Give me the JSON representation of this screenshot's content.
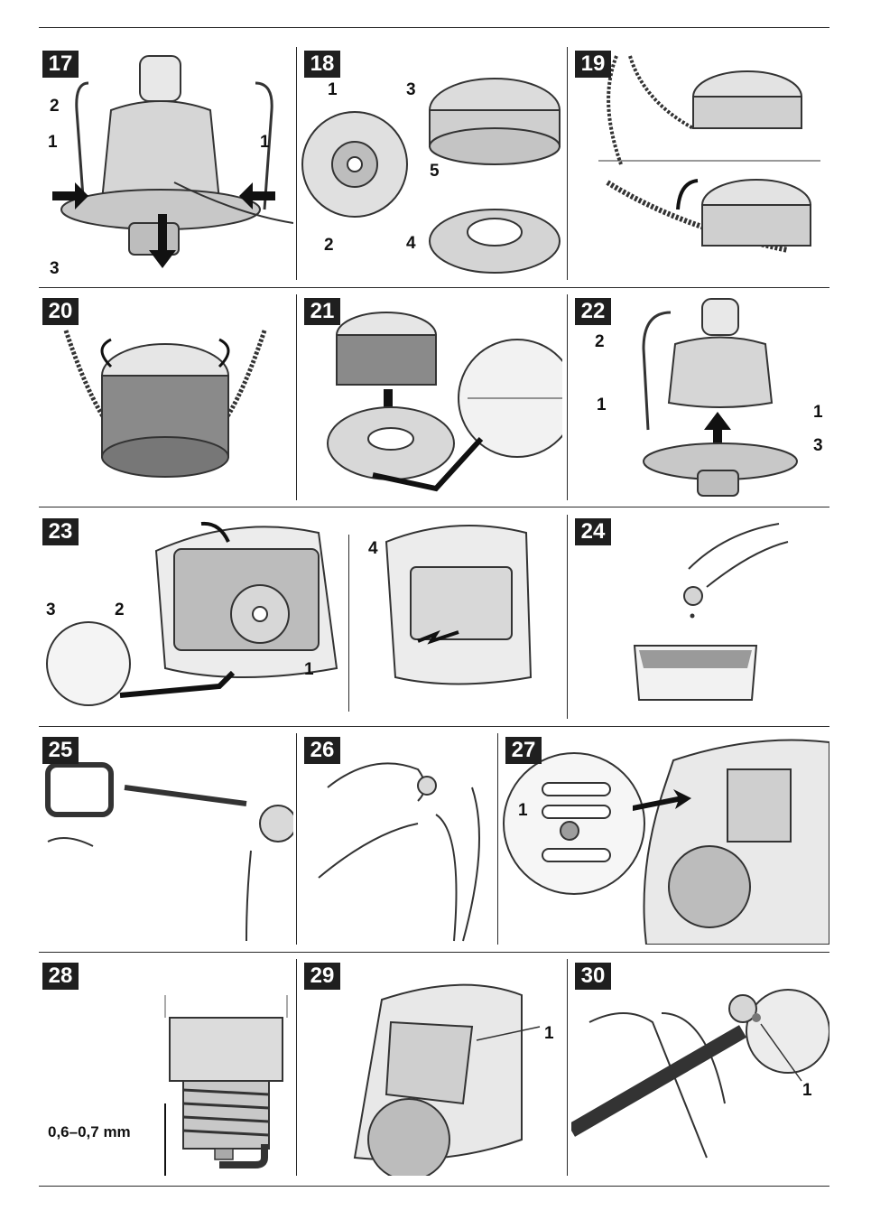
{
  "panels": [
    {
      "id": "17",
      "callouts": {
        "a": "1",
        "b": "1",
        "c": "2",
        "d": "3"
      }
    },
    {
      "id": "18",
      "callouts": {
        "a": "1",
        "b": "2",
        "c": "3",
        "d": "4",
        "e": "5"
      }
    },
    {
      "id": "19"
    },
    {
      "id": "20"
    },
    {
      "id": "21"
    },
    {
      "id": "22",
      "callouts": {
        "a": "1",
        "b": "1",
        "c": "2",
        "d": "3"
      }
    },
    {
      "id": "23",
      "callouts": {
        "a": "1",
        "b": "2",
        "c": "3",
        "d": "4"
      }
    },
    {
      "id": "24"
    },
    {
      "id": "25"
    },
    {
      "id": "26"
    },
    {
      "id": "27",
      "callouts": {
        "a": "1"
      }
    },
    {
      "id": "28",
      "dimension": "0,6–0,7 mm"
    },
    {
      "id": "29",
      "callouts": {
        "a": "1"
      }
    },
    {
      "id": "30",
      "callouts": {
        "a": "1"
      }
    }
  ],
  "icons": [
    "arrow-icon",
    "spool-icon",
    "engine-icon",
    "spark-plug-icon",
    "hand-icon"
  ]
}
